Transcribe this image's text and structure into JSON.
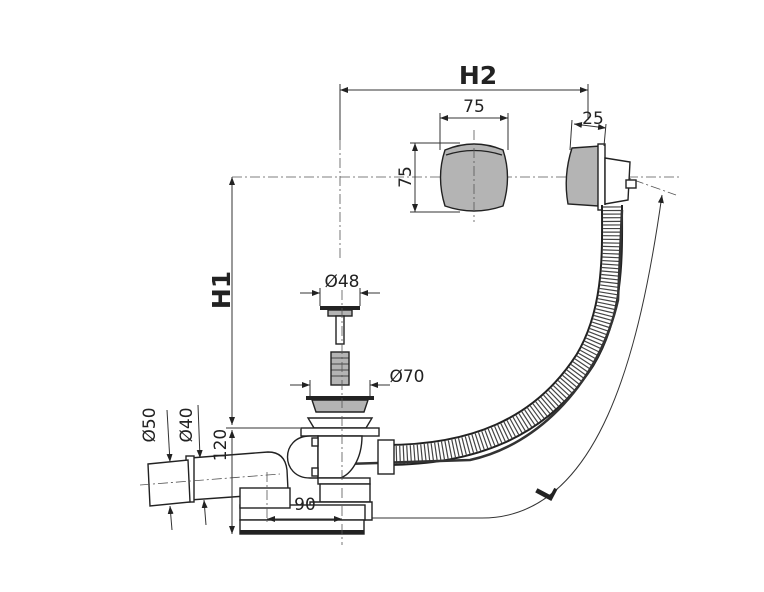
{
  "dimensions": {
    "h2": "H2",
    "h1": "H1",
    "knob_width": "75",
    "knob_height": "75",
    "overflow_depth": "25",
    "plug_diameter": "Ø48",
    "drain_diameter": "Ø70",
    "pipe_outer_diameter": "Ø50",
    "pipe_inner_diameter": "Ø40",
    "trap_height": "120",
    "trap_offset": "90",
    "hose_length": "L"
  },
  "colors": {
    "line": "#222222",
    "fill": "#b4b4b4"
  }
}
